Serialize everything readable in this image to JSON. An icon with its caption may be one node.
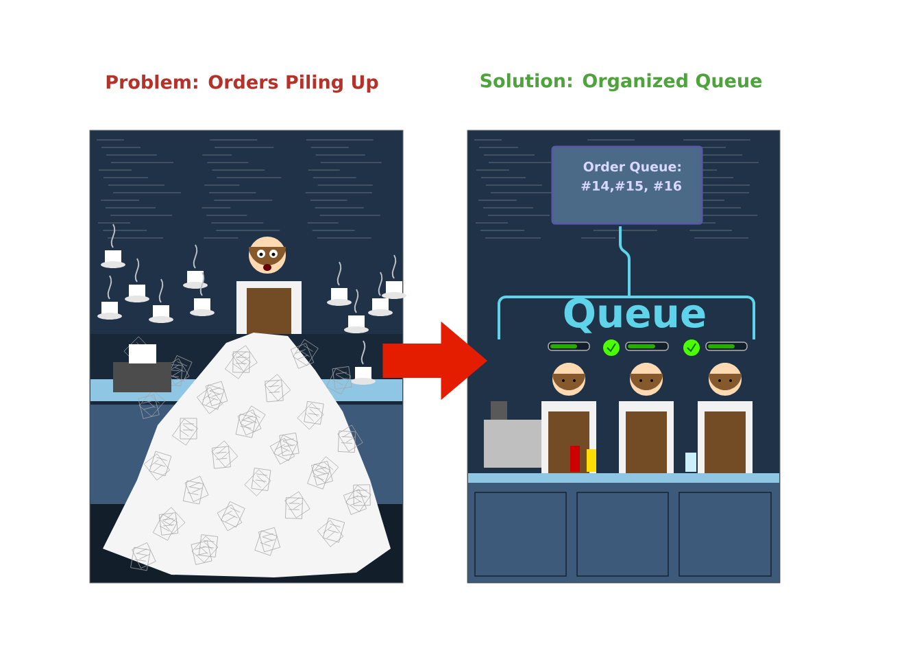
{
  "diagram": {
    "nodes": [
      {
        "text": [
          "Problem: Orders Piling Up"
        ]
      },
      {
        "text": [
          "Solution: Organized Queue"
        ]
      },
      {
        "text": [
          "Order Queue: #14,#15, #16"
        ],
        "in": 1
      }
    ],
    "edges": [
      {
        "from": 0,
        "to": 1,
        "arrow": "to"
      }
    ],
    "labels": [
      "Queue"
    ]
  }
}
